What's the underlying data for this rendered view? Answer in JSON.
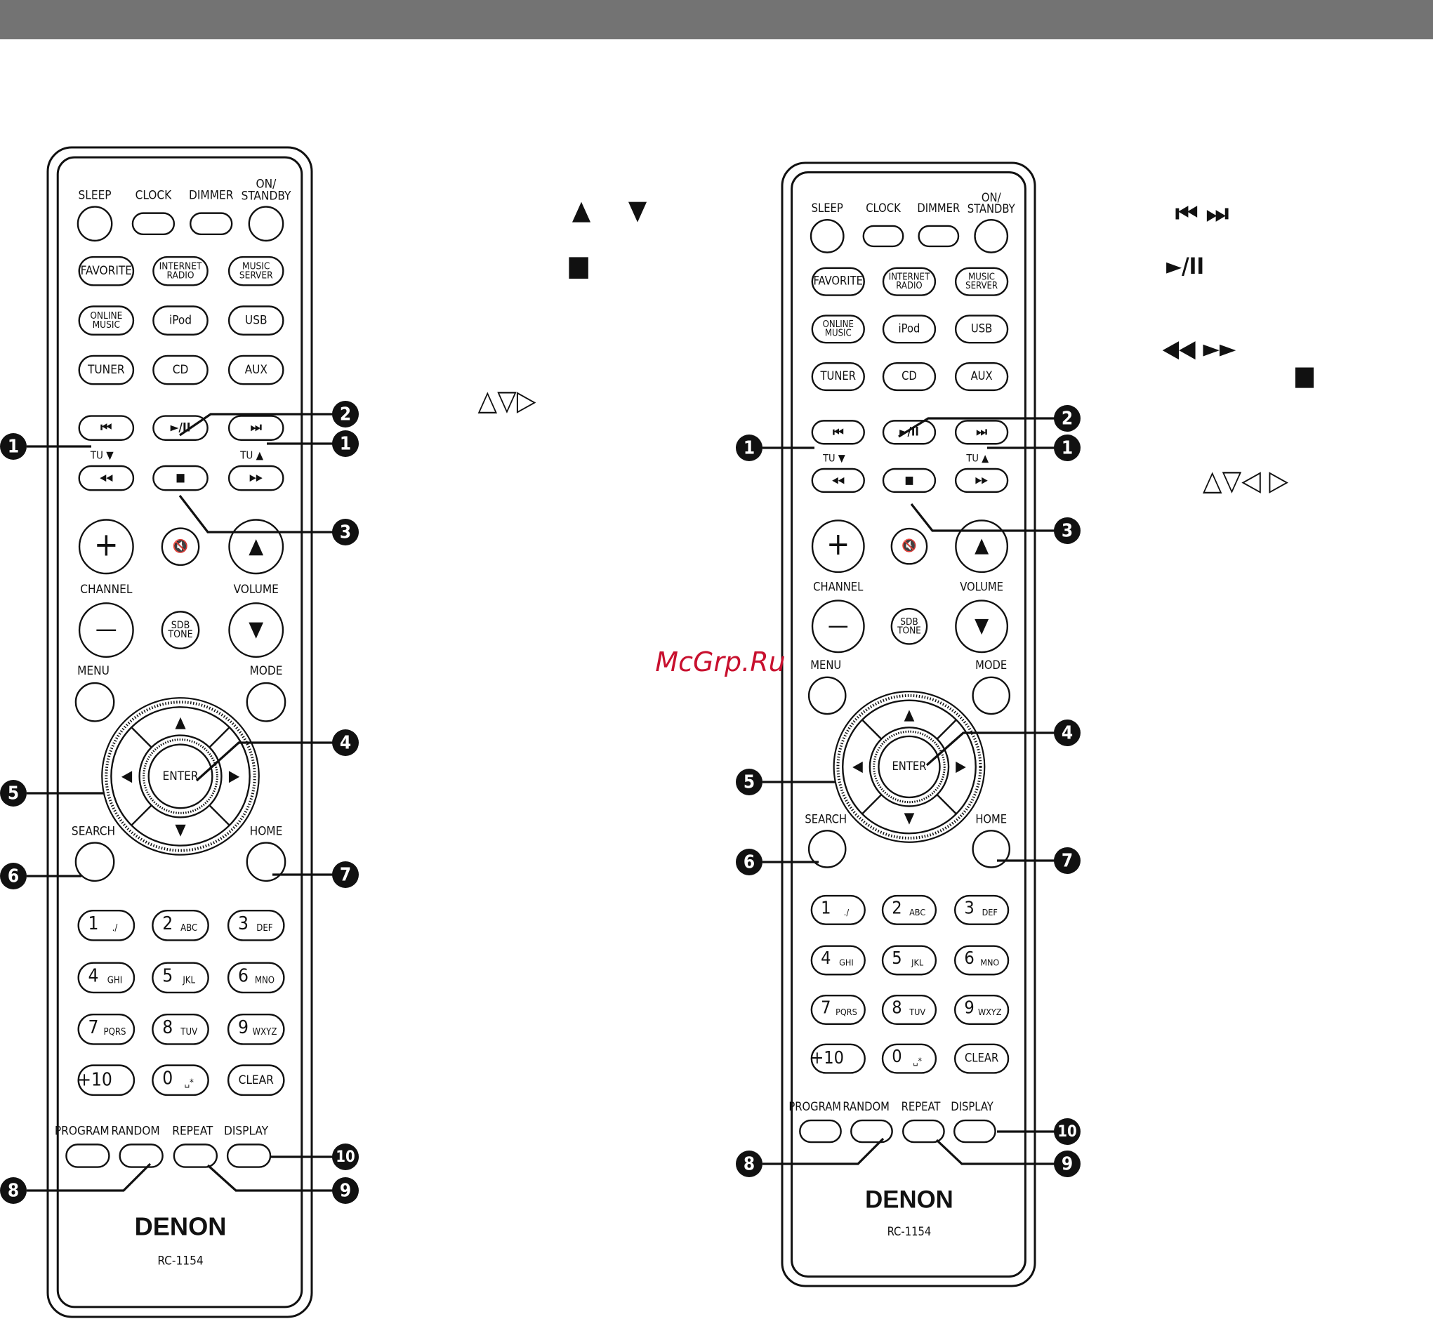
{
  "colors": {
    "top_bar": "#737373",
    "ink": "#111111",
    "watermark": "#c8102e"
  },
  "watermark": "McGrp.Ru",
  "remote": {
    "brand": "DENON",
    "model": "RC-1154",
    "top_labels": [
      "SLEEP",
      "CLOCK",
      "DIMMER",
      "ON/",
      "STANDBY"
    ],
    "source_buttons": [
      [
        "FAVORITE",
        "INTERNET|RADIO",
        "MUSIC|SERVER"
      ],
      [
        "ONLINE|MUSIC",
        "iPod",
        "USB"
      ],
      [
        "TUNER",
        "CD",
        "AUX"
      ]
    ],
    "transport": {
      "tu_down": "TU ▼",
      "tu_up": "TU ▲",
      "play_pause": "►/II"
    },
    "channel_label": "CHANNEL",
    "volume_label": "VOLUME",
    "sdb_tone": "SDB|TONE",
    "menu_label": "MENU",
    "mode_label": "MODE",
    "enter_label": "ENTER",
    "search_label": "SEARCH",
    "home_label": "HOME",
    "keypad": [
      {
        "num": "1",
        "sub": "./"
      },
      {
        "num": "2",
        "sub": "ABC"
      },
      {
        "num": "3",
        "sub": "DEF"
      },
      {
        "num": "4",
        "sub": "GHI"
      },
      {
        "num": "5",
        "sub": "JKL"
      },
      {
        "num": "6",
        "sub": "MNO"
      },
      {
        "num": "7",
        "sub": "PQRS"
      },
      {
        "num": "8",
        "sub": "TUV"
      },
      {
        "num": "9",
        "sub": "WXYZ"
      },
      {
        "num": "+10",
        "sub": ""
      },
      {
        "num": "0",
        "sub": "␣*"
      },
      {
        "num": "CLEAR",
        "sub": ""
      }
    ],
    "bottom_labels": [
      "PROGRAM",
      "RANDOM",
      "REPEAT",
      "DISPLAY"
    ]
  },
  "callouts": [
    "1",
    "2",
    "3",
    "4",
    "5",
    "6",
    "7",
    "8",
    "9",
    "10"
  ],
  "left_symbols": {
    "row1": [
      "▲",
      "▼"
    ],
    "row2": "■",
    "row3": "△▽▷"
  },
  "right_symbols": {
    "row1": "⏮ ⏭",
    "row2": "►/II",
    "row3": "◀◀ ►►",
    "row4": "■",
    "row5": "△▽◁ ▷"
  }
}
